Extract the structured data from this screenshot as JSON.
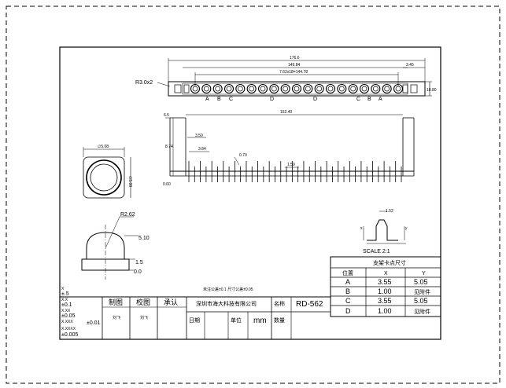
{
  "front_view": {
    "dim_overall": "176.6",
    "dim_pitch_total": "149.84",
    "dim_pin_span": "7.62x18=144.78",
    "dim_right_end": "3.45",
    "dim_right_height": "10.80",
    "radius_note": "R3.0x2",
    "pin_labels": [
      "A",
      "B",
      "C",
      "D",
      "D",
      "C",
      "B",
      "A"
    ]
  },
  "side_view": {
    "dim_top": "152.40",
    "dim_left_top": "6.5",
    "dim_height": "8.74",
    "dim_3_50": "3.50",
    "dim_3_84": "3.84",
    "dim_0_70": "0.70",
    "dim_1_50": "1.50",
    "dim_bottom": "0.60"
  },
  "pin_top_view": {
    "dim_width": "∅5.08",
    "dim_height": "∅5.08"
  },
  "pin_profile": {
    "radius": "R2.62",
    "dim_510": "5.10",
    "dim_15": "1.5",
    "dim_00": "0.0"
  },
  "detail": {
    "dim_width": "1.52",
    "scale": "SCALE 2:1"
  },
  "tolerance_note": "未注公差±0.1  尺寸公差±0.05",
  "spec_table": {
    "title": "支架卡点尺寸",
    "headers": [
      "位置",
      "X",
      "Y"
    ],
    "rows": [
      [
        "A",
        "3.55",
        "5.05"
      ],
      [
        "B",
        "1.00",
        "见附件"
      ],
      [
        "C",
        "3.55",
        "5.05"
      ],
      [
        "D",
        "1.00",
        "见附件"
      ]
    ]
  },
  "title_block": {
    "tolerance_lines": [
      "X",
      "±.5",
      "X.X",
      "±0.1",
      "X.XX",
      "±0.05",
      "X.XXX",
      "±0.01",
      "X.XXXX",
      "±0.005"
    ],
    "drawn_label": "制图",
    "checked_label": "校图",
    "approved_label": "承认",
    "drawn_value": "刘飞",
    "checked_value": "刘飞",
    "company": "深圳市海大科技有限公司",
    "name_label": "名称",
    "part_number": "RD-562",
    "date_label": "日期",
    "unit_label": "单位",
    "unit_value": "mm",
    "qty_label": "数量"
  }
}
